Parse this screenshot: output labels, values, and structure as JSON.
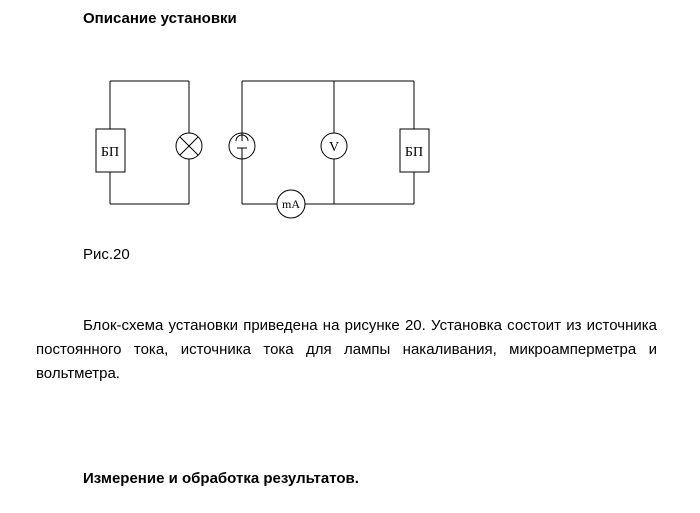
{
  "sections": {
    "setup_heading": "Описание установки",
    "measurement_heading": "Измерение и обработка результатов."
  },
  "figure": {
    "caption": "Рис.20",
    "left_psu_label": "БП",
    "right_psu_label": "БП",
    "voltmeter_label": "V",
    "milliammeter_label": "mA",
    "lamp_icon": "lamp-cross-icon",
    "diode_icon": "vacuum-diode-icon"
  },
  "body": {
    "paragraph": "Блок-схема установки приведена на рисунке 20. Установка состоит из источника постоянного тока, источника тока для лампы накаливания, микроамперметра и вольтметра."
  }
}
